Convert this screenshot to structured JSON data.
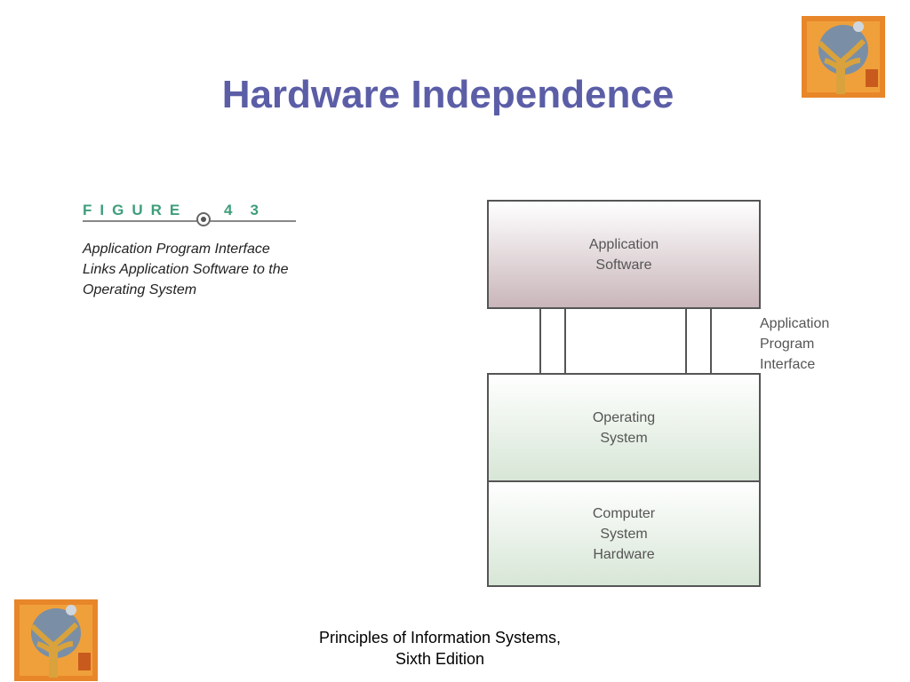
{
  "slide": {
    "title": "Hardware Independence",
    "footer_line1": "Principles of Information Systems,",
    "footer_line2": "Sixth Edition"
  },
  "figure": {
    "label_word": "FIGURE",
    "label_num_a": "4",
    "label_num_b": "3",
    "caption_lines": [
      "Application Program Interface",
      "Links Application Software to the",
      "Operating System"
    ]
  },
  "diagram": {
    "layers": [
      {
        "lines": [
          "Application",
          "Software"
        ]
      },
      {
        "lines": [
          "Operating",
          "System"
        ]
      },
      {
        "lines": [
          "Computer",
          "System",
          "Hardware"
        ]
      }
    ],
    "api_label_lines": [
      "Application",
      "Program",
      "Interface"
    ]
  },
  "colors": {
    "title": "#5b5ea6",
    "figure_label": "#3f9e7a",
    "app_layer": "#c9b6ba",
    "os_layer": "#d7e6d6"
  },
  "icons": {
    "logo": "tree-logo-icon"
  }
}
